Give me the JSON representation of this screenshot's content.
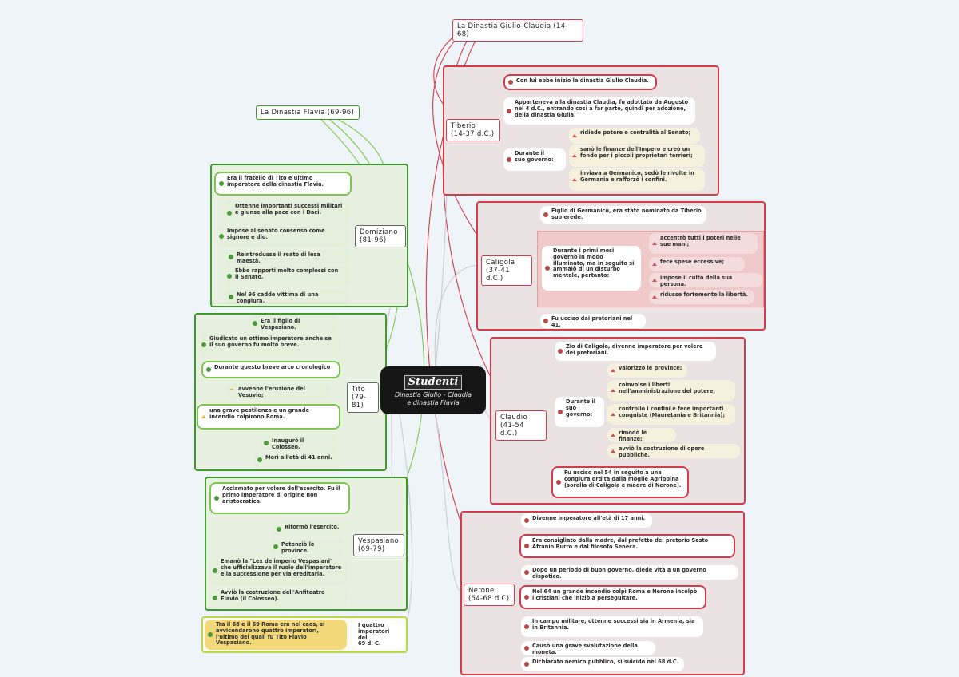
{
  "center": {
    "title": "Studenti",
    "subtitle_1": "Dinastia Giulio - Claudia",
    "subtitle_2": "e dinastia Flavia"
  },
  "labels": {
    "giulio_claudia": "La Dinastia Giulio-Claudia (14-68)",
    "flavia": "La Dinastia Flavia (69-96)"
  },
  "tiberio": {
    "name_1": "Tiberio",
    "name_2": "(14-37 d.C.)",
    "items": [
      "Con lui ebbe inizio la dinastia Giulio Claudia.",
      "Apparteneva alla dinastia Claudia, fu adottato da Augusto nel 4 d.C., entrando così a far parte, quindi per adozione, della dinastia Giulia."
    ],
    "during_1": "Durante il",
    "during_2": "suo governo:",
    "subitems": [
      "ridiede potere e centralità al Senato;",
      "sanò le finanze dell'Impero e creò un fondo per i piccoli proprietari terrieri;",
      "inviava a Germanico, sedò le rivolte in Germania e rafforzò i confini."
    ]
  },
  "caligola": {
    "name_1": "Caligola",
    "name_2": "(37-41 d.C.)",
    "item1": "Figlio di Germanico, era stato nominato da Tiberio suo erede.",
    "during": "Durante i primi mesi governò in modo illuminato, ma in seguito si ammalò di un disturbo mentale, pertanto:",
    "subitems": [
      "accentrò tutti i poteri nelle sue mani;",
      "fece spese eccessive;",
      "impose il culto della sua persona.",
      "ridusse fortemente la libertà."
    ],
    "item_last": "Fu ucciso dai pretoriani nel 41."
  },
  "claudio": {
    "name_1": "Claudio",
    "name_2": "(41-54 d.C.)",
    "item1": "Zio di Caligola, divenne imperatore per volere dei pretoriani.",
    "during": "Durante il suo governo:",
    "subitems": [
      "valorizzò le province;",
      "coinvolse i liberti nell'amministrazione del potere;",
      "controllò i confini e fece importanti conquiste (Mauretania e Britannia);",
      "rimodò le finanze;",
      "avviò la costruzione di opere pubbliche."
    ],
    "item_last": "Fu ucciso nel 54 in seguito a una congiura ordita dalla moglie Agrippina (sorella di Caligola e madre di Nerone)."
  },
  "nerone": {
    "name_1": "Nerone",
    "name_2": "(54-68 d.C)",
    "items": [
      "Divenne imperatore all'età di 17 anni.",
      "Era consigliato dalla madre, dal prefetto del pretorio Sesto Afranio Burro e dal filosofo Seneca.",
      "Dopo un periodo di buon governo, diede vita a un governo dispotico.",
      "Nel 64 un grande incendio colpì Roma e Nerone incolpò i cristiani che iniziò a perseguitare.",
      "In campo militare, ottenne successi sia in Armenia, sia in Britannia.",
      "Causò una grave svalutazione della moneta.",
      "Dichiarato nemico pubblico, si suicidò nel 68 d.C."
    ]
  },
  "domiziano": {
    "name_1": "Domiziano",
    "name_2": "(81-96)",
    "items": [
      "Era il fratello di Tito e ultimo imperatore della dinastia Flavia.",
      "Ottenne importanti successi militari e giunse alla pace con i Daci.",
      "Impose al senato consenso come signore e dio.",
      "Reintrodusse il reato di lesa maestà.",
      "Ebbe rapporti molto complessi con il Senato.",
      "Nel 96 cadde vittima di una congiura."
    ]
  },
  "tito": {
    "name_1": "Tito",
    "name_2": "(79-81)",
    "items": [
      "Era il figlio di Vespasiano.",
      "Giudicato un ottimo imperatore anche se il suo governo fu molto breve.",
      "Durante questo breve arco cronologico",
      "avvenne l'eruzione del Vesuvio;",
      "una grave pestilenza e un grande incendio colpirono Roma.",
      "Inaugurò il Colosseo.",
      "Morì all'età di 41 anni."
    ]
  },
  "vespasiano": {
    "name_1": "Vespasiano",
    "name_2": "(69-79)",
    "items": [
      "Acclamato per volere dell'esercito. Fu il primo imperatore di origine non aristocratica.",
      "Riformò l'esercito.",
      "Potenziò le province.",
      "Emanò la \"Lex de imperio Vespasiani\" che ufficializzava il ruolo dell'imperatore e la successione per via ereditaria.",
      "Avviò la costruzione dell'Anfiteatro Flavio (il Colosseo)."
    ]
  },
  "quattro": {
    "text": "Tra il 68 e il 69 Roma era nel caos, si avvicendarono quattro imperatori, l'ultimo dei quali fu Tito Flavio Vespasiano.",
    "label_1": "I quattro",
    "label_2": "imperatori del",
    "label_3": "69 d. C."
  },
  "colors": {
    "red_border": "#d53c4b",
    "green_border": "#3f9a2c",
    "lime_border": "#b7d94a"
  }
}
